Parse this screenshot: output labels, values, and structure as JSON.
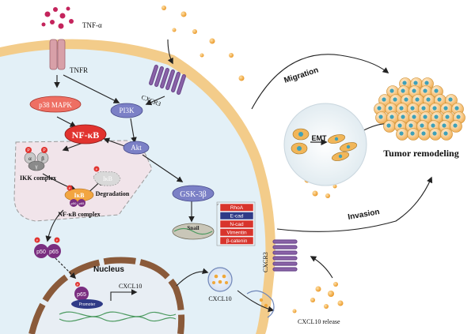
{
  "ligand": {
    "label": "TNF-α"
  },
  "receptor": {
    "label": "TNFR"
  },
  "cxcr3_top": {
    "label": "CXCR3"
  },
  "cxcr3_bottom": {
    "label": "CXCR3"
  },
  "nodes": {
    "p38": "p38 MAPK",
    "nfkb": "NF-κB",
    "pi3k": "PI3K",
    "akt": "Akt",
    "gsk3b": "GSK-3β",
    "snail": "Snail",
    "ikb": "IκB",
    "ikb_degraded": "IκB",
    "p65_nucleus": "p65",
    "p50_bottom": "p50",
    "p65_bottom": "p65",
    "promoter": "Promoter",
    "p50_small": "p50",
    "p65_small": "p65",
    "ikk_alpha": "α",
    "ikk_beta": "β",
    "ikk_gamma": "γ",
    "phospho": "P"
  },
  "labels": {
    "ikk_complex": "IKK complex",
    "degradation": "Degradation",
    "nfkb_complex": "NF-κB complex",
    "nucleus": "Nucleus",
    "cxcl10_gene": "CXCL10",
    "cxcl10_vesicle": "CXCL10",
    "cxcl10_release": "CXCL10 release",
    "emt": "EMT",
    "migration": "Migration",
    "invasion": "Invasion",
    "tumor_remodeling": "Tumor remodeling"
  },
  "markers": [
    "RhoA",
    "E-cad",
    "N-cad",
    "Vimentin",
    "β-catenin"
  ],
  "colors": {
    "cytoplasm": "#e3f0f7",
    "membrane": "#f3cc8a",
    "receptor": "#d8a0a8",
    "cxcr3": "#8a62a8",
    "p38": "#ee6f63",
    "nfkb": "#e1332f",
    "pi3k": "#7b80c6",
    "akt": "#7b80c6",
    "gsk3b": "#7b80c6",
    "ikb": "#f2a541",
    "nfkb_region": "#f1e4ea",
    "marker_dark": "#2f3b87",
    "marker_red": "#d8342c",
    "dots": "#f0a83a",
    "tnf_dots": "#c4245c",
    "tumor_cell": "#f1b659",
    "tumor_nucleus": "#3fa0b8"
  }
}
